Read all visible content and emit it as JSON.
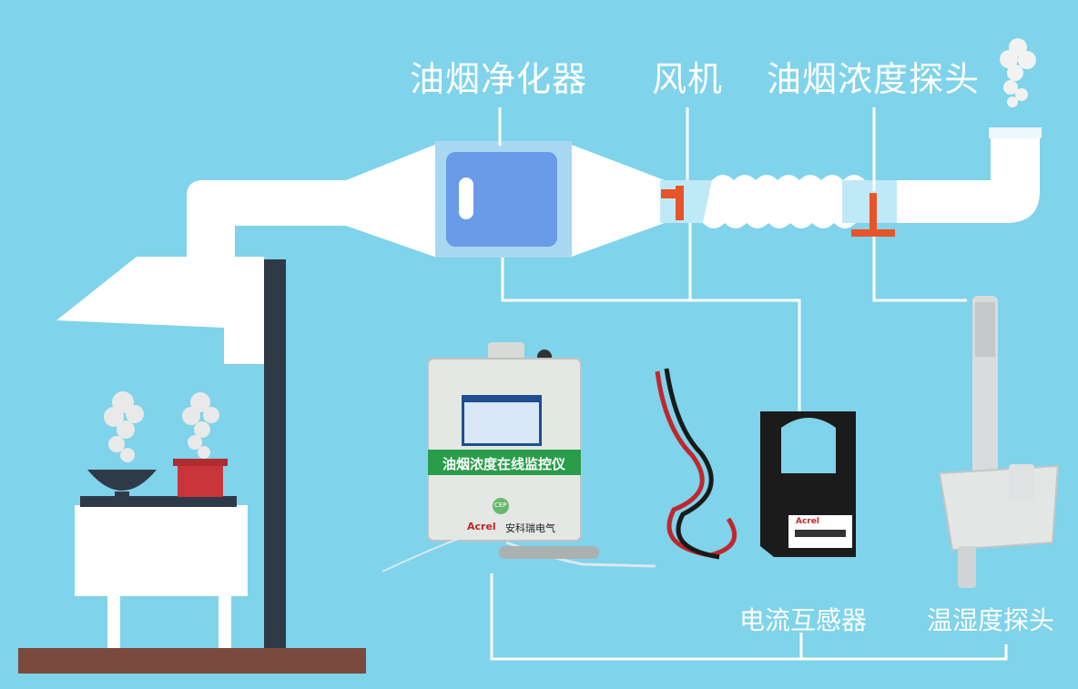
{
  "labels": {
    "purifier": "油烟净化器",
    "fan": "风机",
    "concentration_probe": "油烟浓度探头",
    "current_transformer": "电流互感器",
    "temp_humidity_probe": "温湿度探头"
  },
  "monitor": {
    "panel_title": "油烟浓度在线监控仪",
    "cep_mark": "CEP",
    "brand_logo": "Acrel",
    "brand_name": "安科瑞电气"
  },
  "ct_sensor": {
    "brand_logo": "Acrel"
  },
  "colors": {
    "background": "#7fd3ea",
    "duct": "#ffffff",
    "purifier_body": "#6a9be8",
    "probe_marker": "#e8532a",
    "connector_line": "#ffffff",
    "hood_post": "#2f3a48",
    "floor": "#7a4a3e",
    "monitor_banner": "#2a9d4a"
  }
}
